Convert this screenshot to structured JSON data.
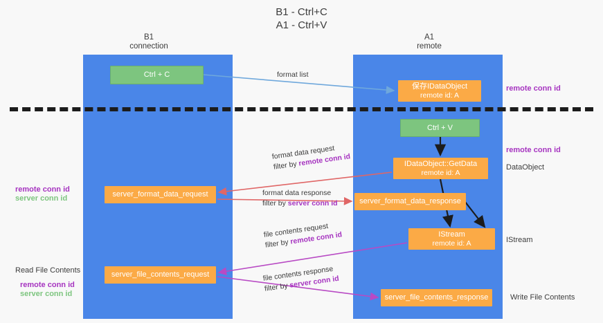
{
  "title": "B1 - Ctrl+C\nA1 - Ctrl+V",
  "columns": {
    "left": "B1\nconnection",
    "right": "A1\nremote"
  },
  "nodes": {
    "ctrl_c": {
      "line1": "Ctrl + C",
      "color": "#7dc57f"
    },
    "save_idataobject": {
      "line1": "保存IDataObject",
      "line2": "remote id: A",
      "color": "#fbaa46"
    },
    "ctrl_v": {
      "line1": "Ctrl + V",
      "color": "#7dc57f"
    },
    "getdata": {
      "line1": "IDataObject::GetData",
      "line2": "remote id: A",
      "color": "#fbaa46"
    },
    "server_format_data_request": {
      "line1": "server_format_data_request",
      "color": "#fbaa46"
    },
    "server_format_data_response": {
      "line1": "server_format_data_response",
      "color": "#fbaa46"
    },
    "istream": {
      "line1": "IStream",
      "line2": "remote id: A",
      "color": "#fbaa46"
    },
    "server_file_contents_request": {
      "line1": "server_file_contents_request",
      "color": "#fbaa46"
    },
    "server_file_contents_response": {
      "line1": "server_file_contents_response",
      "color": "#fbaa46"
    }
  },
  "edges": {
    "format_list": {
      "line1": "format list",
      "line2": "",
      "color": "#6fa8dc"
    },
    "format_data_request": {
      "line1": "format data request",
      "prefix": "filter by ",
      "key": "remote conn id",
      "color": "#e06666"
    },
    "format_data_response": {
      "line1": "format data response",
      "prefix": "filter by ",
      "key": "server conn id",
      "color": "#e06666"
    },
    "file_contents_request": {
      "line1": "file contents request",
      "prefix": "filter by ",
      "key": "remote conn id",
      "color": "#b84ac4"
    },
    "file_contents_response": {
      "line1": "file contents response",
      "prefix": "filter by ",
      "key": "server conn id",
      "color": "#b84ac4"
    }
  },
  "annotations": {
    "right_remote_1": "remote conn id",
    "right_remote_2": "remote conn id",
    "dataobject": "DataObject",
    "istream": "IStream",
    "write_file_contents": "Write File Contents",
    "read_file_contents": "Read File Contents",
    "left_remote": "remote conn id",
    "left_server": "server conn id",
    "left2_remote": "remote conn id",
    "left2_server": "server conn id"
  },
  "colors": {
    "lane": "#4a86e8",
    "green": "#7dc57f",
    "orange": "#fbaa46",
    "remote_key": "#a634c0",
    "server_key": "#7dc57f",
    "divider": "#1c1c1c",
    "background": "#f8f8f8"
  }
}
